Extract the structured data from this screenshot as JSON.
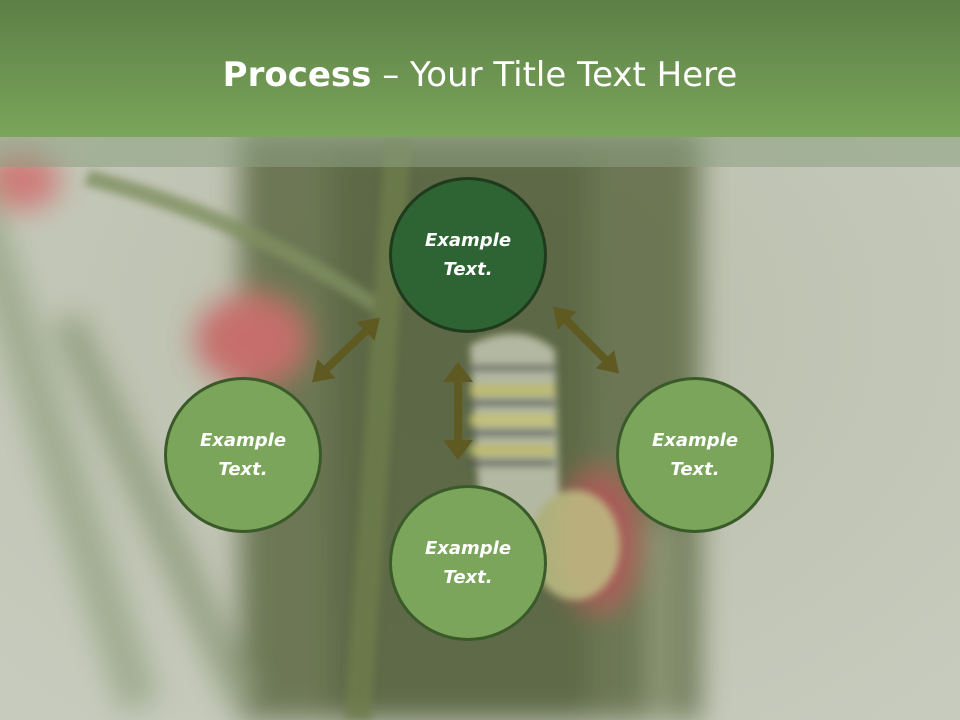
{
  "title": {
    "bold": "Process",
    "dash": " – ",
    "rest": "Your Title Text Here"
  },
  "nodes": {
    "top": {
      "text": "Example Text."
    },
    "left": {
      "text": "Example Text."
    },
    "bottom": {
      "text": "Example Text."
    },
    "right": {
      "text": "Example Text."
    }
  },
  "colors": {
    "title_bar": "#6e9850",
    "node_fill": "#7aa55a",
    "node_active_fill": "#2e6434",
    "node_border": "#3b5a2a",
    "arrow": "#5f5a22"
  }
}
